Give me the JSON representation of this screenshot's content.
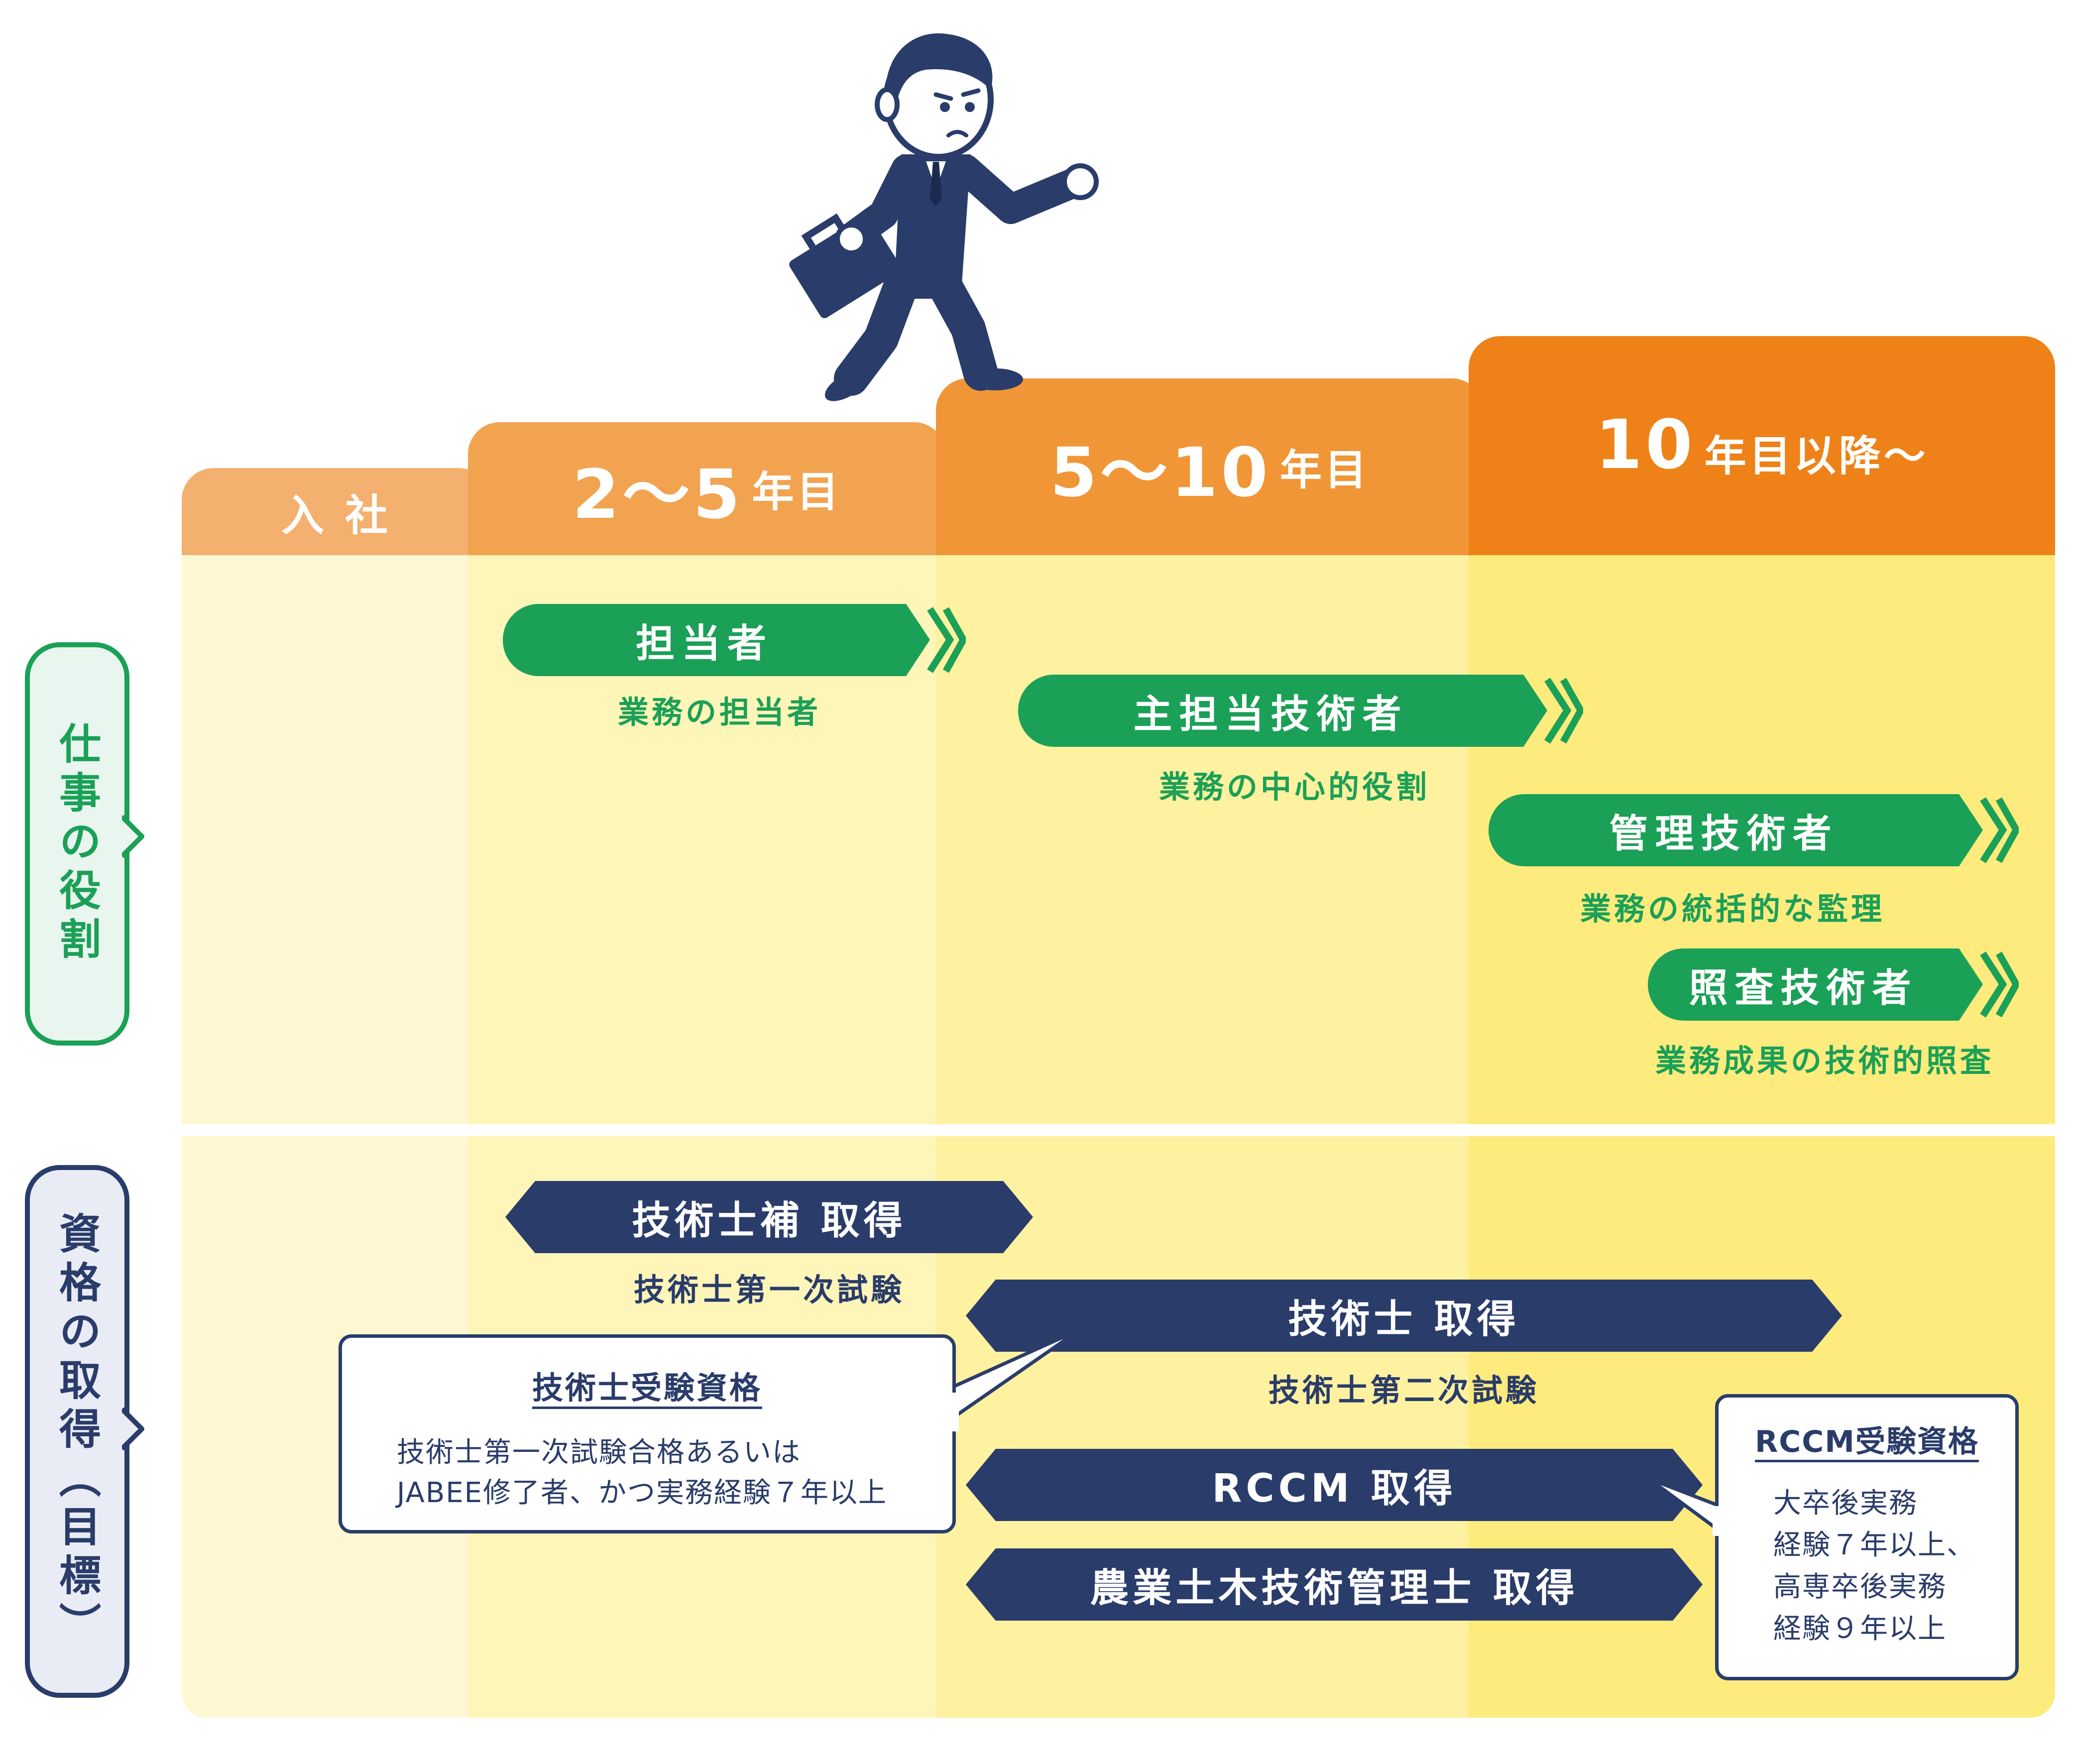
{
  "colors": {
    "green": "#1ba057",
    "navy": "#2a3c6a",
    "tab1": "#f4b06e",
    "tab2": "#f2a350",
    "tab3": "#f09637",
    "tab4": "#ee8218"
  },
  "header": {
    "col1": {
      "label": "入 社"
    },
    "col2": {
      "number": "2～5",
      "unit": "年目"
    },
    "col3": {
      "number": "5～10",
      "unit": "年目"
    },
    "col4": {
      "number": "10",
      "unit": "年目以降～"
    }
  },
  "sections": {
    "roles_label": "仕事の役割",
    "quals_label": "資格の取得（目標）"
  },
  "roles": [
    {
      "title": "担当者",
      "desc": "業務の担当者"
    },
    {
      "title": "主担当技術者",
      "desc": "業務の中心的役割"
    },
    {
      "title": "管理技術者",
      "desc": "業務の統括的な監理"
    },
    {
      "title": "照査技術者",
      "desc": "業務成果の技術的照査"
    }
  ],
  "qualifications": [
    {
      "title": "技術士補 取得",
      "desc": "技術士第一次試験"
    },
    {
      "title": "技術士 取得",
      "desc": "技術士第二次試験"
    },
    {
      "title": "RCCM 取得",
      "desc": ""
    },
    {
      "title": "農業土木技術管理士 取得",
      "desc": ""
    }
  ],
  "callouts": {
    "engineer": {
      "title": "技術士受験資格",
      "line1": "技術士第一次試験合格あるいは",
      "line2": "JABEE修了者、かつ実務経験７年以上"
    },
    "rccm": {
      "title": "RCCM受験資格",
      "line1": "大卒後実務",
      "line2": "経験７年以上、",
      "line3": "高専卒後実務",
      "line4": "経験９年以上"
    }
  },
  "illustration": {
    "icon": "walking-businessman-icon"
  }
}
